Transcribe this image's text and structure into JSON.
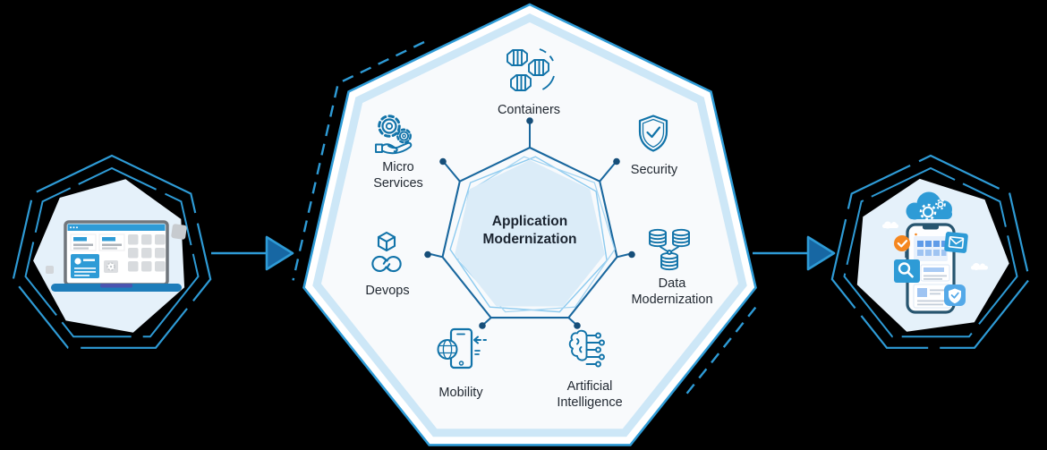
{
  "center": {
    "title": "Application Modernization"
  },
  "nodes": [
    {
      "id": "containers",
      "label": "Containers",
      "icon": "containers-icon"
    },
    {
      "id": "security",
      "label": "Security",
      "icon": "security-shield-icon"
    },
    {
      "id": "micro-services",
      "label": "Micro Services",
      "icon": "micro-services-icon"
    },
    {
      "id": "devops",
      "label": "Devops",
      "icon": "devops-infinity-icon"
    },
    {
      "id": "data-modernization",
      "label": "Data Modernization",
      "icon": "database-icon"
    },
    {
      "id": "mobility",
      "label": "Mobility",
      "icon": "mobile-globe-icon"
    },
    {
      "id": "artificial-intelligence",
      "label": "Artificial Intelligence",
      "icon": "ai-brain-icon"
    }
  ],
  "figures": {
    "left_icon": "legacy-desktop-app-icon",
    "right_icon": "modernized-mobile-cloud-app-icon",
    "flow": "left-to-right"
  },
  "colors": {
    "accent_blue": "#2E9BD6",
    "icon_stroke": "#1173A9",
    "dark_spoke": "#19679E",
    "light_band": "#CDE7F7",
    "inner_heptagon_fill": "#DBECF8",
    "panel_fill": "#F8FAFC",
    "side_fill": "#E5F1FA",
    "orange": "#F5871F",
    "text": "#232A33"
  }
}
